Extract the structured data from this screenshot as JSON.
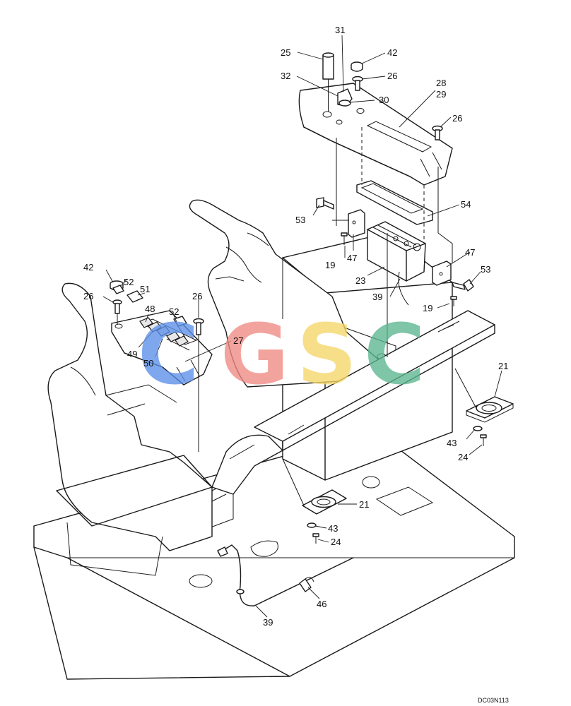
{
  "drawing_code": "DC03N113",
  "watermark": {
    "letters": [
      "C",
      "G",
      "S",
      "C"
    ],
    "colors": [
      "#5b8fe8",
      "#f08a84",
      "#f6d76a",
      "#5cb58f"
    ]
  },
  "callouts": [
    {
      "id": "c-31",
      "text": "31"
    },
    {
      "id": "c-25",
      "text": "25"
    },
    {
      "id": "c-42a",
      "text": "42"
    },
    {
      "id": "c-26a",
      "text": "26"
    },
    {
      "id": "c-32",
      "text": "32"
    },
    {
      "id": "c-30",
      "text": "30"
    },
    {
      "id": "c-28",
      "text": "28"
    },
    {
      "id": "c-29",
      "text": "29"
    },
    {
      "id": "c-26b",
      "text": "26"
    },
    {
      "id": "c-54",
      "text": "54"
    },
    {
      "id": "c-53a",
      "text": "53"
    },
    {
      "id": "c-47a",
      "text": "47"
    },
    {
      "id": "c-19a",
      "text": "19"
    },
    {
      "id": "c-47b",
      "text": "47"
    },
    {
      "id": "c-53b",
      "text": "53"
    },
    {
      "id": "c-23",
      "text": "23"
    },
    {
      "id": "c-39a",
      "text": "39"
    },
    {
      "id": "c-19b",
      "text": "19"
    },
    {
      "id": "c-42b",
      "text": "42"
    },
    {
      "id": "c-52a",
      "text": "52"
    },
    {
      "id": "c-51",
      "text": "51"
    },
    {
      "id": "c-26c",
      "text": "26"
    },
    {
      "id": "c-26d",
      "text": "26"
    },
    {
      "id": "c-48",
      "text": "48"
    },
    {
      "id": "c-52b",
      "text": "52"
    },
    {
      "id": "c-27",
      "text": "27"
    },
    {
      "id": "c-49",
      "text": "49"
    },
    {
      "id": "c-50",
      "text": "50"
    },
    {
      "id": "c-21a",
      "text": "21"
    },
    {
      "id": "c-43a",
      "text": "43"
    },
    {
      "id": "c-24a",
      "text": "24"
    },
    {
      "id": "c-21b",
      "text": "21"
    },
    {
      "id": "c-43b",
      "text": "43"
    },
    {
      "id": "c-24b",
      "text": "24"
    },
    {
      "id": "c-46",
      "text": "46"
    },
    {
      "id": "c-39b",
      "text": "39"
    }
  ]
}
